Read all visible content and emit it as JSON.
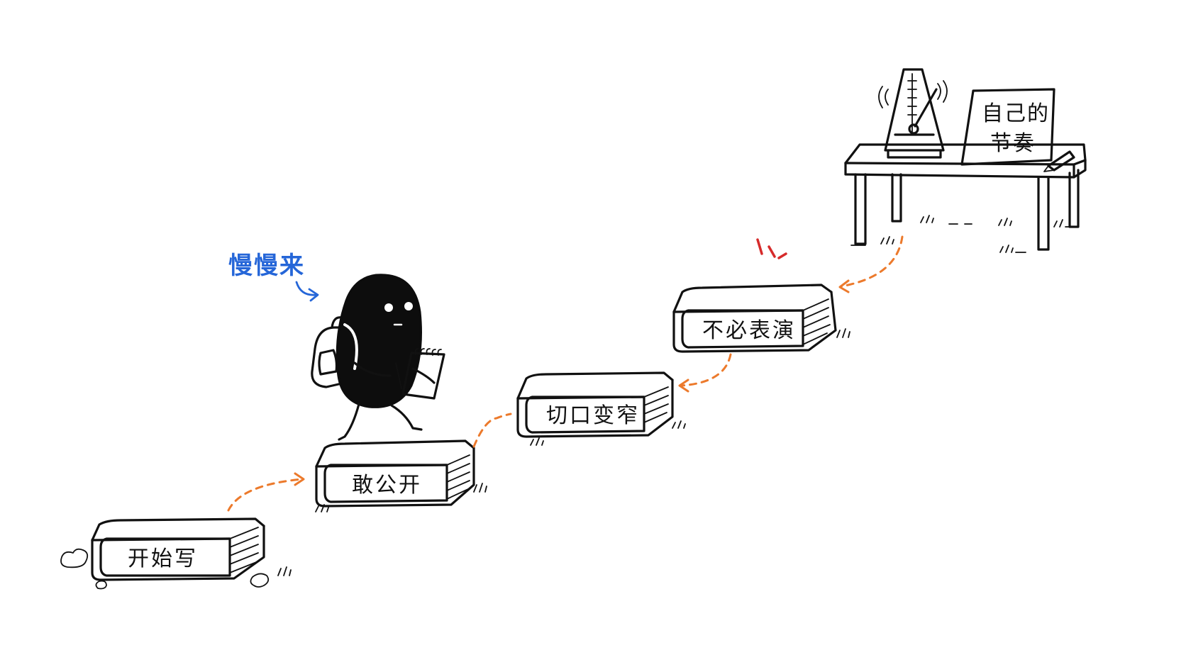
{
  "steps": [
    {
      "label": "开始写"
    },
    {
      "label": "敢公开"
    },
    {
      "label": "切口变窄"
    },
    {
      "label": "不必表演"
    }
  ],
  "goal": {
    "line1": "自己的",
    "line2": "节奏"
  },
  "annotation": {
    "text": "慢慢来"
  },
  "colors": {
    "ink": "#111111",
    "path_arrows": "#ec7a2c",
    "annotation": "#2566d8",
    "alert_marks": "#d62b2b",
    "paper": "#ffffff"
  },
  "icons": {
    "character": "bean-hiker-with-backpack",
    "notebook": "spiral-notepad",
    "metronome": "metronome",
    "table": "table",
    "pencil": "pencil"
  }
}
